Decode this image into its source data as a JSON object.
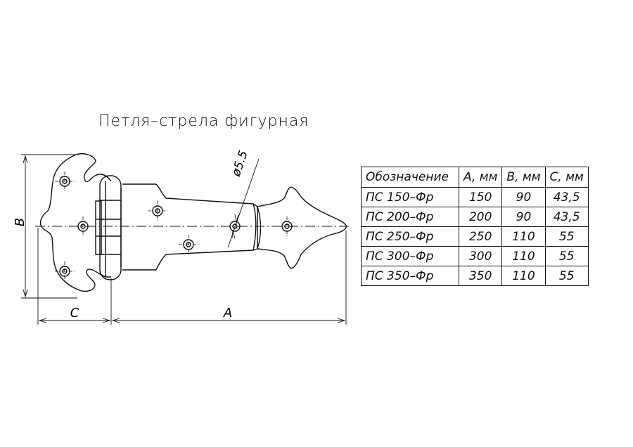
{
  "title": "Петля–стрела фигурная",
  "dimensions": {
    "a_label": "A",
    "b_label": "B",
    "c_label": "C",
    "hole_label": "ø5.5"
  },
  "table": {
    "headers": [
      "Обозначение",
      "A, мм",
      "B, мм",
      "C, мм"
    ],
    "rows": [
      [
        "ПС 150–Фр",
        "150",
        "90",
        "43,5"
      ],
      [
        "ПС 200–Фр",
        "200",
        "90",
        "43,5"
      ],
      [
        "ПС 250–Фр",
        "250",
        "110",
        "55"
      ],
      [
        "ПС 300–Фр",
        "300",
        "110",
        "55"
      ],
      [
        "ПС 350–Фр",
        "350",
        "110",
        "55"
      ]
    ]
  }
}
